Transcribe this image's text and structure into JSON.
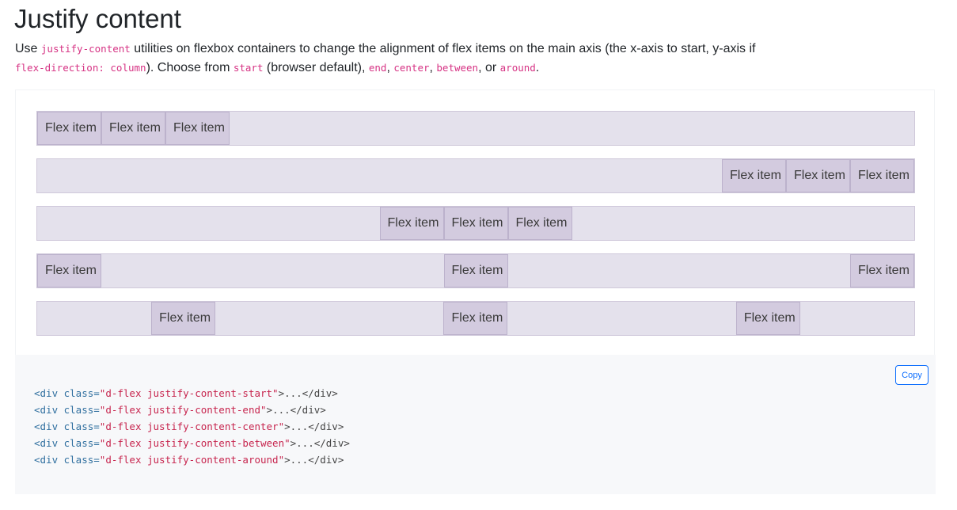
{
  "heading": "Justify content",
  "lead": {
    "text1": "Use ",
    "code1": "justify-content",
    "text2": " utilities on flexbox containers to change the alignment of flex items on the main axis (the x-axis to start, y-axis if ",
    "code2": "flex-direction: column",
    "text3": "). Choose from ",
    "code3": "start",
    "text4": " (browser default), ",
    "code4": "end",
    "text5": ", ",
    "code5": "center",
    "text6": ", ",
    "code6": "between",
    "text7": ", or ",
    "code7": "around",
    "text8": "."
  },
  "example": {
    "item_label": "Flex item",
    "rows": [
      {
        "variant": "start",
        "items": [
          "Flex item",
          "Flex item",
          "Flex item"
        ]
      },
      {
        "variant": "end",
        "items": [
          "Flex item",
          "Flex item",
          "Flex item"
        ]
      },
      {
        "variant": "center",
        "items": [
          "Flex item",
          "Flex item",
          "Flex item"
        ]
      },
      {
        "variant": "between",
        "items": [
          "Flex item",
          "Flex item",
          "Flex item"
        ]
      },
      {
        "variant": "around",
        "items": [
          "Flex item",
          "Flex item",
          "Flex item"
        ]
      }
    ]
  },
  "code": {
    "copy_label": "Copy",
    "lines": [
      {
        "tag_open": "<div",
        "attr": " class=",
        "value": "\"d-flex justify-content-start\"",
        "rest": ">...</div>"
      },
      {
        "tag_open": "<div",
        "attr": " class=",
        "value": "\"d-flex justify-content-end\"",
        "rest": ">...</div>"
      },
      {
        "tag_open": "<div",
        "attr": " class=",
        "value": "\"d-flex justify-content-center\"",
        "rest": ">...</div>"
      },
      {
        "tag_open": "<div",
        "attr": " class=",
        "value": "\"d-flex justify-content-between\"",
        "rest": ">...</div>"
      },
      {
        "tag_open": "<div",
        "attr": " class=",
        "value": "\"d-flex justify-content-around\"",
        "rest": ">...</div>"
      }
    ]
  },
  "colors": {
    "row_bg": "#e4e1ec",
    "item_bg": "#d3cbdf",
    "code_string": "#c7254e",
    "code_tag": "#2f6f9f",
    "inline_code": "#d63384",
    "copy_button": "#0d6efd"
  }
}
